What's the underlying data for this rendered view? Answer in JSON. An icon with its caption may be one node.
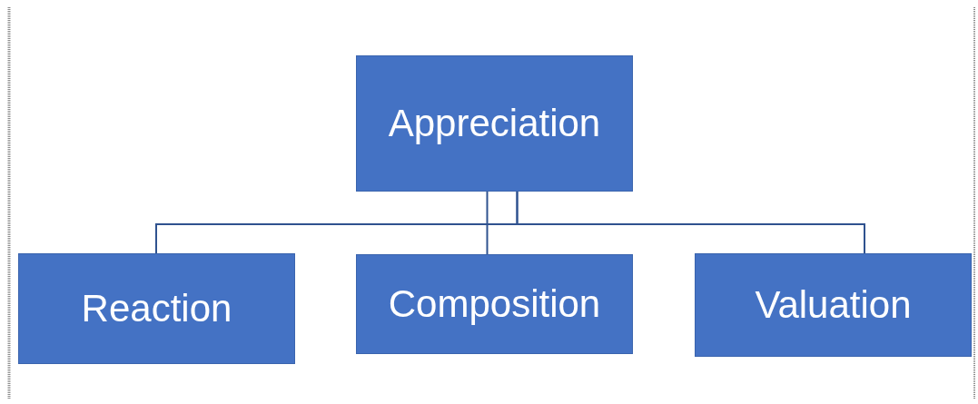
{
  "diagram": {
    "nodes": [
      {
        "text": [
          "Appreciation"
        ]
      },
      {
        "text": [
          "Reaction"
        ]
      },
      {
        "text": [
          "Composition"
        ]
      },
      {
        "text": [
          "Valuation"
        ]
      }
    ],
    "edges": [
      {
        "from": 0,
        "to": 1,
        "arrow": "none"
      },
      {
        "from": 0,
        "to": 2,
        "arrow": "none"
      },
      {
        "from": 0,
        "to": 3,
        "arrow": "none"
      }
    ]
  }
}
